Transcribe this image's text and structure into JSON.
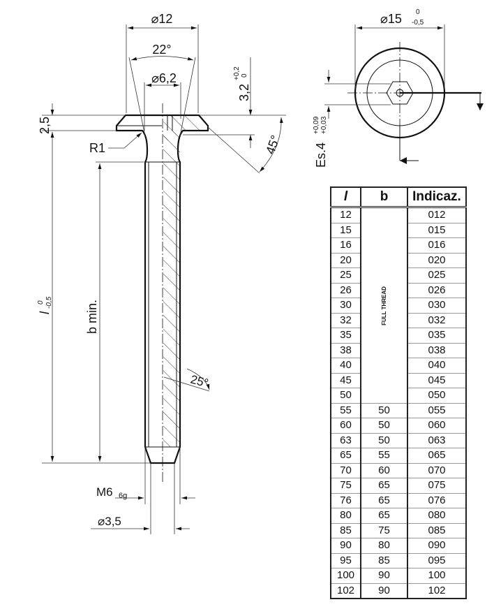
{
  "drawing": {
    "dim_head_diameter": "⌀12",
    "dim_head_angle": "22°",
    "dim_recess_diameter": "⌀6,2",
    "dim_head_height": "3,2",
    "dim_head_height_tol_upper": "+0,2",
    "dim_head_height_tol_lower": "0",
    "dim_flange_height": "2,5",
    "dim_radius": "R1",
    "dim_chamfer_angle": "45°",
    "dim_length": "l",
    "dim_length_tol_upper": "0",
    "dim_length_tol_lower": "-0,5",
    "dim_thread_length": "b min.",
    "dim_tip_angle": "25°",
    "dim_thread": "M6",
    "dim_thread_tol": "6g",
    "dim_tip_diameter": "⌀3,5",
    "dim_top_view_diameter": "⌀15",
    "dim_top_view_tol_upper": "0",
    "dim_top_view_tol_lower": "-0,5",
    "dim_key_size": "Es.4",
    "dim_key_tol_upper": "+0,09",
    "dim_key_tol_lower": "+0,03"
  },
  "table": {
    "headers": [
      "l",
      "b",
      "Indicaz."
    ],
    "full_thread_label": "FULL THREAD",
    "rows": [
      {
        "l": "12",
        "b": "",
        "code": "012"
      },
      {
        "l": "15",
        "b": "",
        "code": "015"
      },
      {
        "l": "16",
        "b": "",
        "code": "016"
      },
      {
        "l": "20",
        "b": "",
        "code": "020"
      },
      {
        "l": "25",
        "b": "",
        "code": "025"
      },
      {
        "l": "26",
        "b": "",
        "code": "026"
      },
      {
        "l": "30",
        "b": "",
        "code": "030"
      },
      {
        "l": "32",
        "b": "",
        "code": "032"
      },
      {
        "l": "35",
        "b": "",
        "code": "035"
      },
      {
        "l": "38",
        "b": "",
        "code": "038"
      },
      {
        "l": "40",
        "b": "",
        "code": "040"
      },
      {
        "l": "45",
        "b": "",
        "code": "045"
      },
      {
        "l": "50",
        "b": "",
        "code": "050"
      },
      {
        "l": "55",
        "b": "50",
        "code": "055"
      },
      {
        "l": "60",
        "b": "50",
        "code": "060"
      },
      {
        "l": "63",
        "b": "50",
        "code": "063"
      },
      {
        "l": "65",
        "b": "55",
        "code": "065"
      },
      {
        "l": "70",
        "b": "60",
        "code": "070"
      },
      {
        "l": "75",
        "b": "65",
        "code": "075"
      },
      {
        "l": "76",
        "b": "65",
        "code": "076"
      },
      {
        "l": "80",
        "b": "65",
        "code": "080"
      },
      {
        "l": "85",
        "b": "75",
        "code": "085"
      },
      {
        "l": "90",
        "b": "80",
        "code": "090"
      },
      {
        "l": "95",
        "b": "85",
        "code": "095"
      },
      {
        "l": "100",
        "b": "90",
        "code": "100"
      },
      {
        "l": "102",
        "b": "90",
        "code": "102"
      }
    ]
  }
}
